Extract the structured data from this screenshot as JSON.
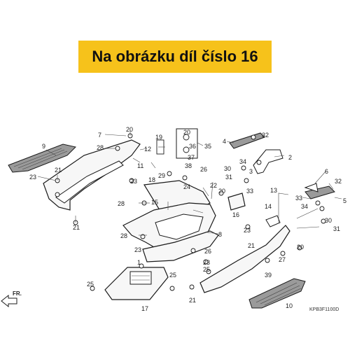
{
  "banner": {
    "text": "Na obrázku díl číslo 16",
    "bg": "#f6c21b"
  },
  "diagram": {
    "callouts": [
      "1",
      "2",
      "3",
      "4",
      "5",
      "6",
      "7",
      "8",
      "9",
      "10",
      "11",
      "12",
      "13",
      "14",
      "15",
      "16",
      "17",
      "18",
      "19",
      "20",
      "21",
      "22",
      "23",
      "24",
      "25",
      "26",
      "27",
      "28",
      "29",
      "30",
      "31",
      "32",
      "33",
      "34",
      "35",
      "36",
      "37",
      "38",
      "39"
    ],
    "fr_label": "FR.",
    "ref_code": "KPB3F1100D"
  }
}
